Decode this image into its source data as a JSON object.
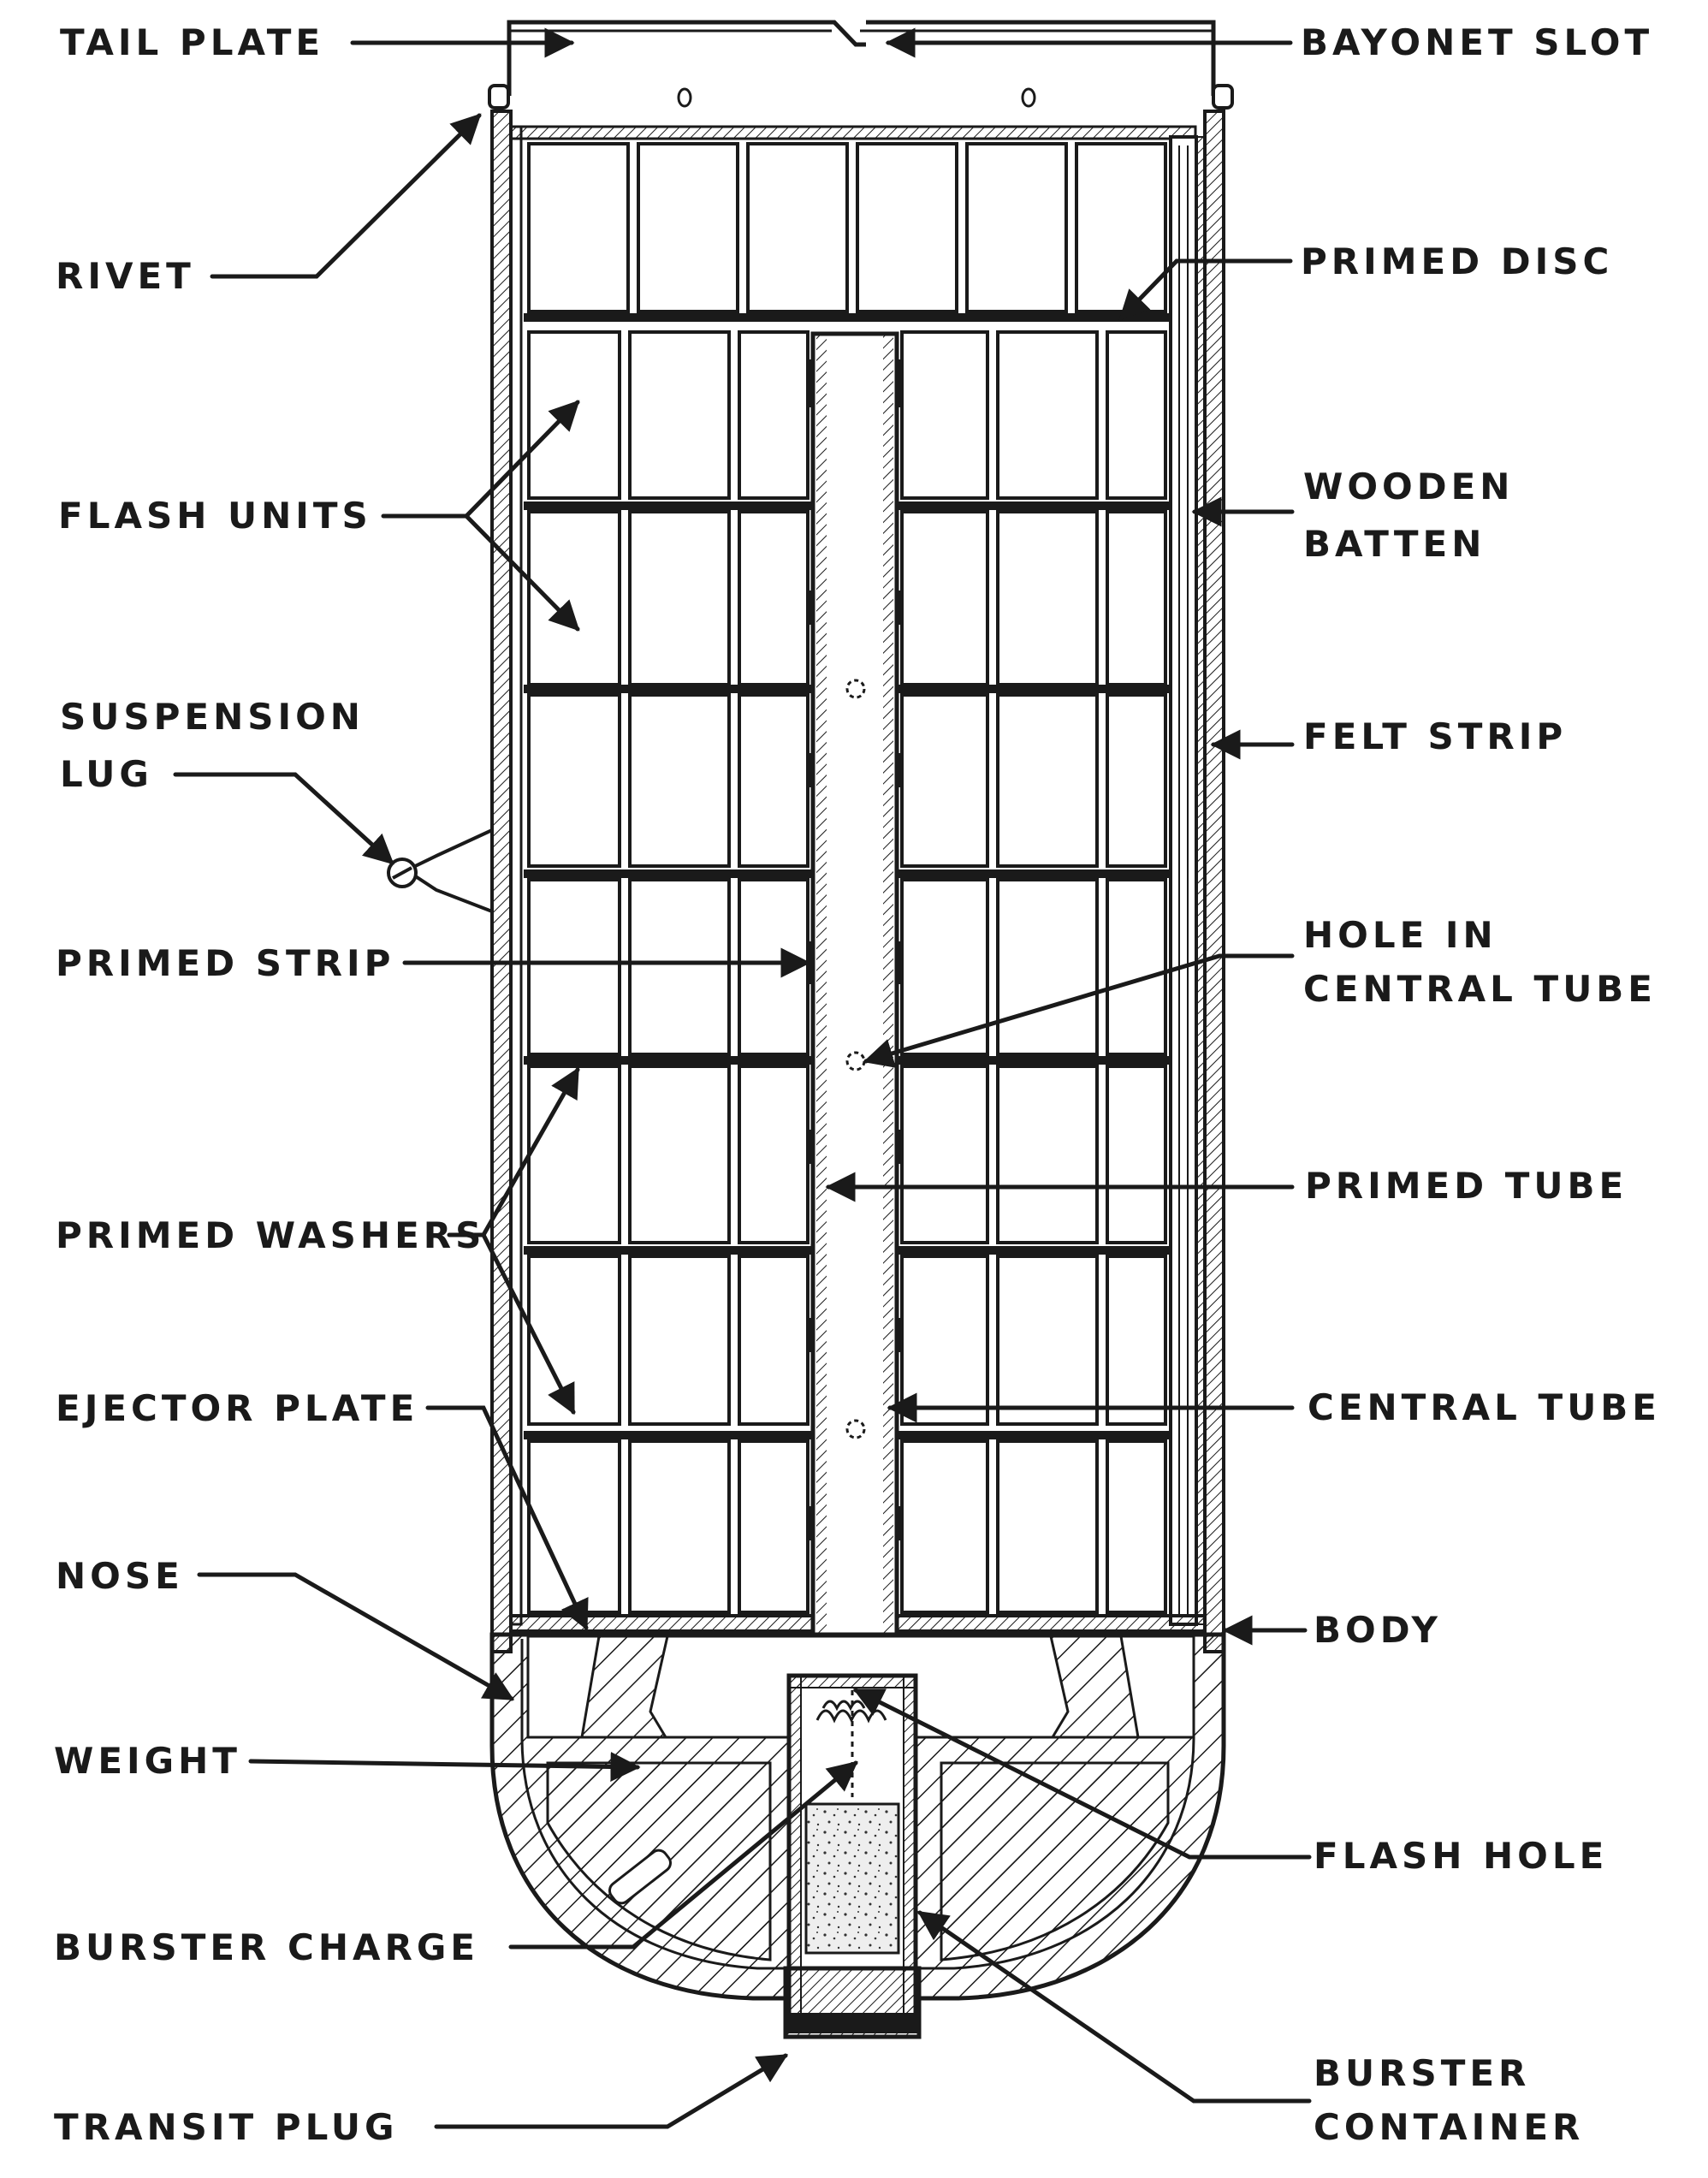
{
  "labels": {
    "tail_plate": "TAIL PLATE",
    "bayonet_slot": "BAYONET SLOT",
    "rivet": "RIVET",
    "primed_disc": "PRIMED DISC",
    "flash_units": "FLASH UNITS",
    "wooden_batten_1": "WOODEN",
    "wooden_batten_2": "BATTEN",
    "suspension_lug_1": "SUSPENSION",
    "suspension_lug_2": "LUG",
    "felt_strip": "FELT STRIP",
    "primed_strip": "PRIMED STRIP",
    "hole_in_central_tube_1": "HOLE IN",
    "hole_in_central_tube_2": "CENTRAL TUBE",
    "primed_washers": "PRIMED WASHERS",
    "primed_tube": "PRIMED TUBE",
    "ejector_plate": "EJECTOR PLATE",
    "central_tube": "CENTRAL TUBE",
    "nose": "NOSE",
    "body": "BODY",
    "weight": "WEIGHT",
    "flash_hole": "FLASH HOLE",
    "burster_charge": "BURSTER CHARGE",
    "burster_container_1": "BURSTER",
    "burster_container_2": "CONTAINER",
    "transit_plug": "TRANSIT PLUG"
  },
  "colors": {
    "ink": "#1a1a1a",
    "paper": "#ffffff",
    "charge": "#e6e6e6"
  }
}
